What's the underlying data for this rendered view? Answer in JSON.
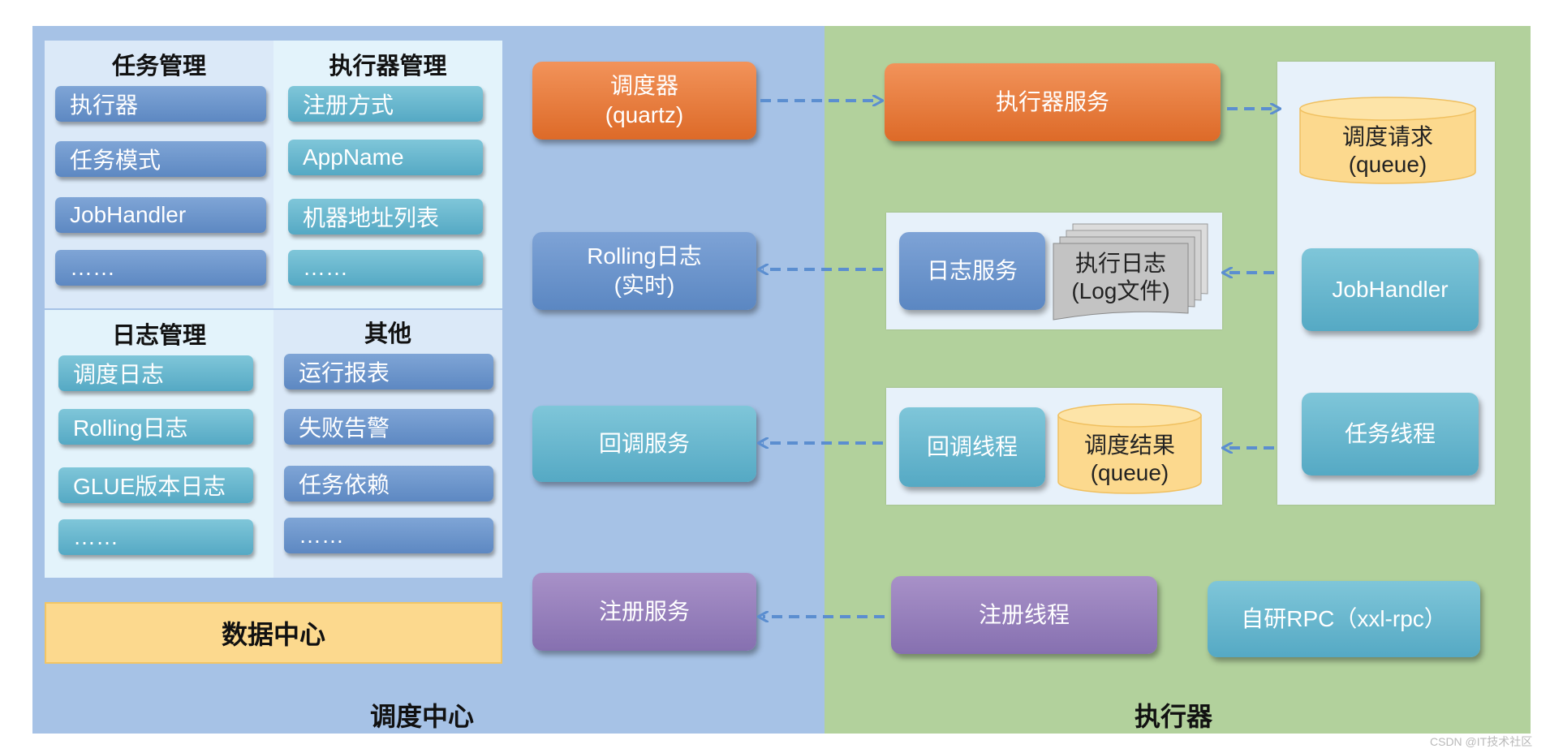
{
  "scheduling_center": {
    "label": "调度中心",
    "task_mgmt": {
      "title": "任务管理",
      "items": [
        "执行器",
        "任务模式",
        "JobHandler",
        "……"
      ]
    },
    "executor_mgmt": {
      "title": "执行器管理",
      "items": [
        "注册方式",
        "AppName",
        "机器地址列表",
        "……"
      ]
    },
    "log_mgmt": {
      "title": "日志管理",
      "items": [
        "调度日志",
        "Rolling日志",
        "GLUE版本日志",
        "……"
      ]
    },
    "other": {
      "title": "其他",
      "items": [
        "运行报表",
        "失败告警",
        "任务依赖",
        "……"
      ]
    },
    "data_center": "数据中心",
    "scheduler": {
      "line1": "调度器",
      "line2": "(quartz)"
    },
    "rolling_log": {
      "line1": "Rolling日志",
      "line2": "(实时)"
    },
    "callback_service": "回调服务",
    "register_service": "注册服务"
  },
  "executor": {
    "label": "执行器",
    "executor_service": "执行器服务",
    "log_service": "日志服务",
    "exec_log": {
      "line1": "执行日志",
      "line2": "(Log文件)"
    },
    "callback_thread": "回调线程",
    "schedule_result": {
      "line1": "调度结果",
      "line2": "(queue)"
    },
    "schedule_request": {
      "line1": "调度请求",
      "line2": "(queue)"
    },
    "job_handler": "JobHandler",
    "task_thread": "任务线程",
    "register_thread": "注册线程",
    "rpc": "自研RPC（xxl-rpc）"
  },
  "watermark": "CSDN @IT技术社区",
  "colors": {
    "left_bg": "#a6c2e6",
    "right_bg": "#b2d19c",
    "orange": "#e57a3c",
    "blue": "#6b93c9",
    "teal": "#66b5cd",
    "purple": "#9680bc",
    "arrow": "#5b8ed0",
    "cylinder": "#fcd98e"
  }
}
